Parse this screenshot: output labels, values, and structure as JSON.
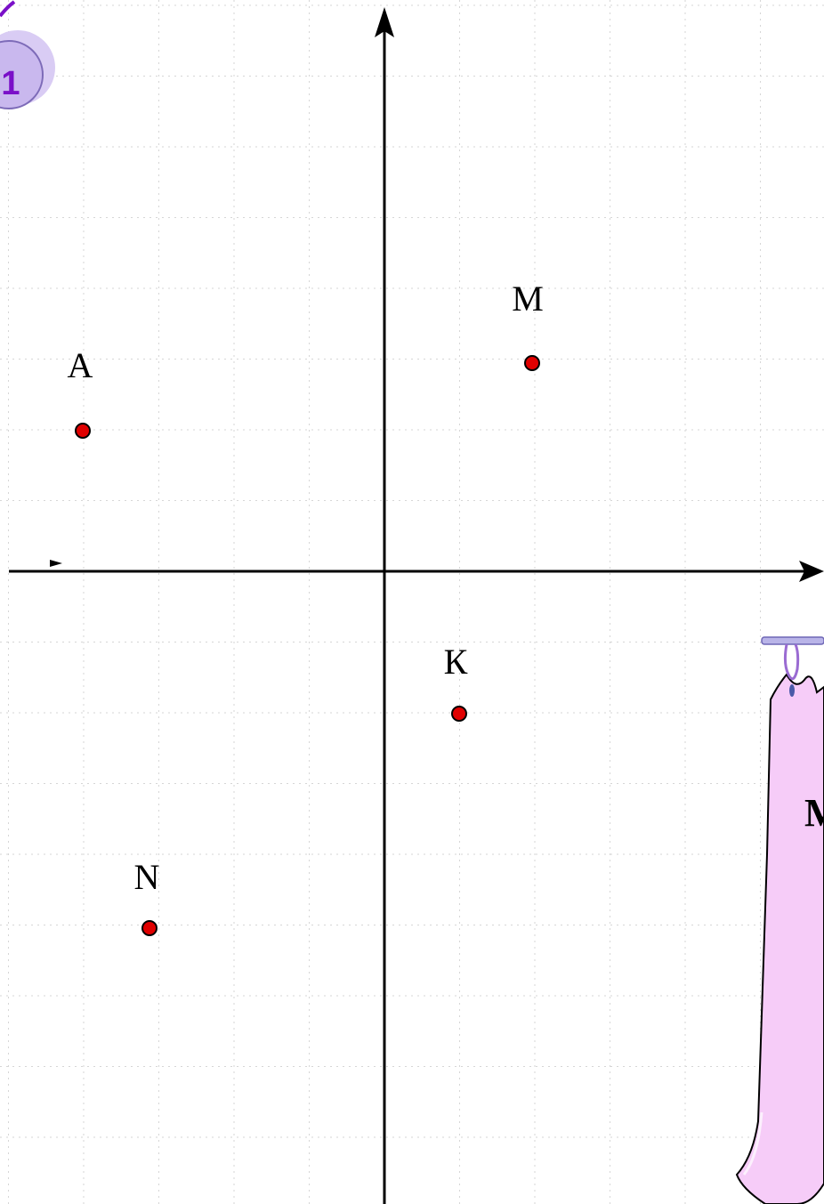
{
  "slide_badge": {
    "number": "1",
    "fill_color": "#c9b8ee",
    "text_color": "#7a10c8"
  },
  "plane": {
    "grid_color": "#d6d6d6",
    "axis_color": "#000000",
    "point_color": "#e00000"
  },
  "points": [
    {
      "label": "A"
    },
    {
      "label": "M"
    },
    {
      "label": "К"
    },
    {
      "label": "N"
    }
  ],
  "scroll_banner": {
    "text": "М",
    "fill_color": "#f6ccf8",
    "rod_color": "#b9b4e8"
  }
}
